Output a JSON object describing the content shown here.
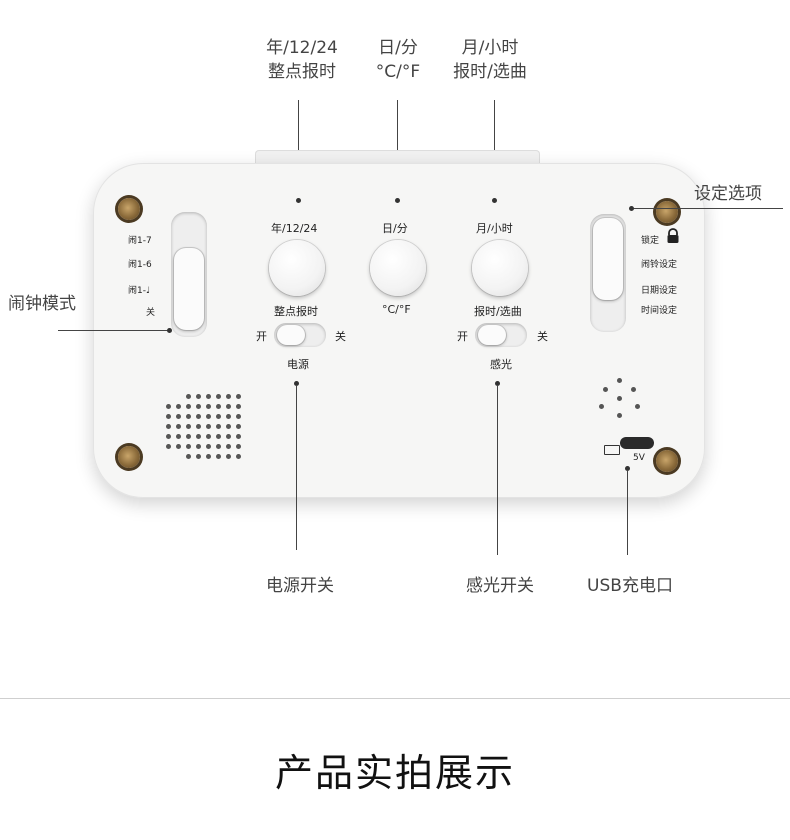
{
  "callouts": {
    "top_left_line1": "年/12/24",
    "top_left_line2": "整点报时",
    "top_mid_line1": "日/分",
    "top_mid_line2": "°C/°F",
    "top_right_line1": "月/小时",
    "top_right_line2": "报时/选曲",
    "settings": "设定选项",
    "alarm_mode": "闹钟模式",
    "power_switch": "电源开关",
    "light_sensor": "感光开关",
    "usb_port": "USB充电口"
  },
  "device_labels": {
    "btn1_top": "年/12/24",
    "btn1_bottom": "整点报时",
    "btn2_top": "日/分",
    "btn2_bottom": "°C/°F",
    "btn3_top": "月/小时",
    "btn3_bottom": "报时/选曲",
    "power_on": "开",
    "power_off": "关",
    "power_name": "电源",
    "sensor_on": "开",
    "sensor_off": "关",
    "sensor_name": "感光",
    "alarm_options": [
      "闹1-7",
      "闹1-6",
      "闹1-♩",
      "关"
    ],
    "setting_options": [
      "锁定",
      "闹铃设定",
      "日期设定",
      "时间设定"
    ],
    "usb_voltage": "5V"
  },
  "footer": {
    "title": "产品实拍展示"
  },
  "icons": [
    "lock-icon",
    "battery-icon",
    "usb-port-icon",
    "screw-icon",
    "speaker-grille-icon"
  ]
}
